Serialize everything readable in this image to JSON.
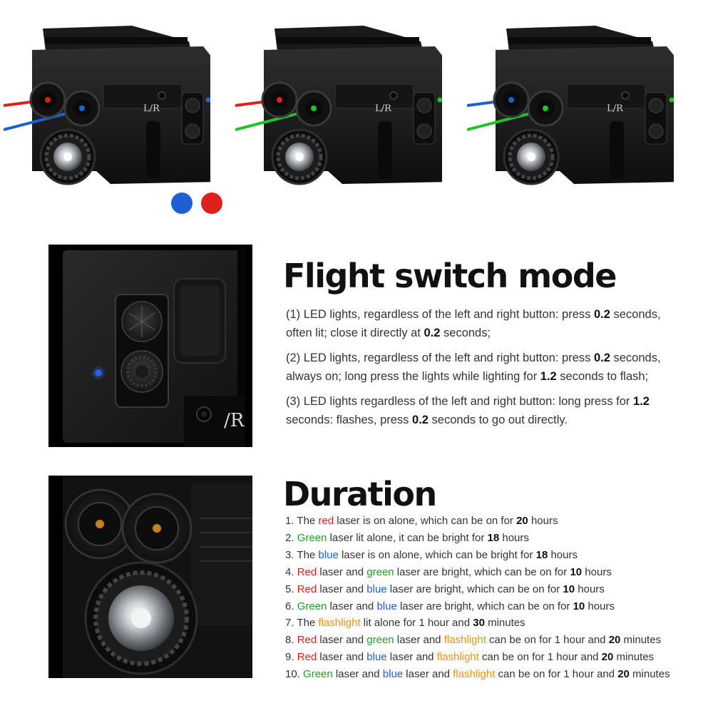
{
  "products": [
    {
      "id": "blue-red",
      "laser_top_color": "#e0201d",
      "laser_bottom_color": "#1f5fd6",
      "indicator_color": "#2a5fe0",
      "label": "L/R"
    },
    {
      "id": "red-green",
      "laser_top_color": "#e0201d",
      "laser_bottom_color": "#22c22e",
      "indicator_color": "#22c22e",
      "label": "L/R"
    },
    {
      "id": "blue-green",
      "laser_top_color": "#1f5fd6",
      "laser_bottom_color": "#22c22e",
      "indicator_color": "#22c22e",
      "label": "L/R"
    }
  ],
  "color_dots": [
    "#1f5fd6",
    "#e0201d"
  ],
  "closeup_label": "/R",
  "flight": {
    "title": "Flight switch mode",
    "items": [
      [
        {
          "t": "(1) LED lights, regardless of the left and right button: press "
        },
        {
          "t": "0.2",
          "s": "bold"
        },
        {
          "t": " seconds, often lit; close it directly at "
        },
        {
          "t": "0.2",
          "s": "bold"
        },
        {
          "t": " seconds;"
        }
      ],
      [
        {
          "t": "(2) LED lights, regardless of the left and right button: press "
        },
        {
          "t": "0.2",
          "s": "bold"
        },
        {
          "t": " seconds, always on; long press the lights while lighting for "
        },
        {
          "t": "1.2",
          "s": "bold"
        },
        {
          "t": " seconds to flash;"
        }
      ],
      [
        {
          "t": "(3) LED lights regardless of the left and right button: long press for "
        },
        {
          "t": "1.2",
          "s": "bold"
        },
        {
          "t": " seconds: flashes, press "
        },
        {
          "t": "0.2",
          "s": "bold"
        },
        {
          "t": " seconds to go out directly."
        }
      ]
    ]
  },
  "duration": {
    "title": "Duration",
    "items": [
      [
        {
          "t": "1. The "
        },
        {
          "t": "red",
          "s": "red"
        },
        {
          "t": " laser is on alone, which can be on for "
        },
        {
          "t": "20",
          "s": "bold"
        },
        {
          "t": " hours"
        }
      ],
      [
        {
          "t": "2. "
        },
        {
          "t": "Green",
          "s": "green"
        },
        {
          "t": " laser lit alone, it can be bright for "
        },
        {
          "t": "18",
          "s": "bold"
        },
        {
          "t": " hours"
        }
      ],
      [
        {
          "t": "3. The "
        },
        {
          "t": "blue",
          "s": "blue"
        },
        {
          "t": " laser is on alone, which can be bright for "
        },
        {
          "t": "18",
          "s": "bold"
        },
        {
          "t": " hours"
        }
      ],
      [
        {
          "t": "4. "
        },
        {
          "t": "Red",
          "s": "red"
        },
        {
          "t": " laser and "
        },
        {
          "t": "green",
          "s": "green"
        },
        {
          "t": " laser are bright, which can be on for "
        },
        {
          "t": "10",
          "s": "bold"
        },
        {
          "t": " hours"
        }
      ],
      [
        {
          "t": "5. "
        },
        {
          "t": "Red",
          "s": "red"
        },
        {
          "t": " laser and "
        },
        {
          "t": "blue",
          "s": "blue"
        },
        {
          "t": " laser are bright, which can be on for "
        },
        {
          "t": "10",
          "s": "bold"
        },
        {
          "t": " hours"
        }
      ],
      [
        {
          "t": "6. "
        },
        {
          "t": "Green",
          "s": "green"
        },
        {
          "t": " laser and "
        },
        {
          "t": "blue",
          "s": "blue"
        },
        {
          "t": " laser are bright, which can be on for "
        },
        {
          "t": "10",
          "s": "bold"
        },
        {
          "t": " hours"
        }
      ],
      [
        {
          "t": "7. The "
        },
        {
          "t": "flashlight",
          "s": "orange"
        },
        {
          "t": " lit alone for 1 hour and "
        },
        {
          "t": "30",
          "s": "bold"
        },
        {
          "t": " minutes"
        }
      ],
      [
        {
          "t": "8. "
        },
        {
          "t": "Red",
          "s": "red"
        },
        {
          "t": " laser and "
        },
        {
          "t": "green",
          "s": "green"
        },
        {
          "t": " laser and "
        },
        {
          "t": "flashlight",
          "s": "orange"
        },
        {
          "t": " can be on for 1 hour and "
        },
        {
          "t": "20",
          "s": "bold"
        },
        {
          "t": " minutes"
        }
      ],
      [
        {
          "t": "9. "
        },
        {
          "t": "Red",
          "s": "red"
        },
        {
          "t": " laser and "
        },
        {
          "t": "blue",
          "s": "blue"
        },
        {
          "t": " laser and "
        },
        {
          "t": "flashlight",
          "s": "orange"
        },
        {
          "t": " can be on for 1 hour and "
        },
        {
          "t": "20",
          "s": "bold"
        },
        {
          "t": " minutes"
        }
      ],
      [
        {
          "t": "10. "
        },
        {
          "t": "Green",
          "s": "green"
        },
        {
          "t": " laser and "
        },
        {
          "t": "blue",
          "s": "blue"
        },
        {
          "t": " laser and "
        },
        {
          "t": "flashlight",
          "s": "orange"
        },
        {
          "t": " can be on for 1 hour and "
        },
        {
          "t": "20",
          "s": "bold"
        },
        {
          "t": " minutes"
        }
      ]
    ]
  }
}
